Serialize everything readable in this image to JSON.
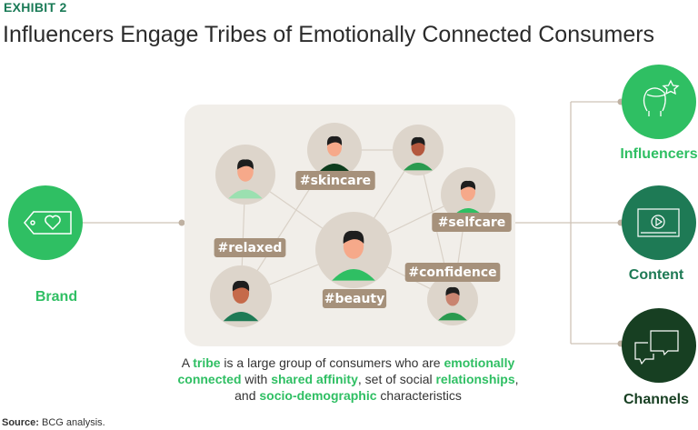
{
  "header": {
    "exhibit": "EXHIBIT 2",
    "title": "Influencers Engage Tribes of Emotionally Connected Consumers"
  },
  "brand": {
    "label": "Brand",
    "icon": "price-tag-heart-icon"
  },
  "tribe": {
    "tags": [
      "#skincare",
      "#relaxed",
      "#selfcare",
      "#beauty",
      "#confidence"
    ]
  },
  "outputs": [
    {
      "label": "Influencers",
      "icon": "person-star-icon",
      "color": "#2fbf63"
    },
    {
      "label": "Content",
      "icon": "video-play-icon",
      "color": "#1e7a55"
    },
    {
      "label": "Channels",
      "icon": "chat-bubbles-icon",
      "color": "#173f22"
    }
  ],
  "caption": {
    "t1": "A ",
    "b1": "tribe",
    "t2": " is a large group of consumers who are ",
    "b2": "emotionally connected",
    "t3": " with ",
    "b3": "shared affinity",
    "t4": ", set of social ",
    "b4": "relationships",
    "t5": ", and ",
    "b5": "socio-demographic",
    "t6": " characteristics"
  },
  "source": {
    "label": "Source:",
    "text": " BCG analysis."
  },
  "colors": {
    "green": "#2fbf63",
    "dark_green": "#197a56",
    "tag": "#a6917b",
    "panel": "#f1eee9"
  }
}
